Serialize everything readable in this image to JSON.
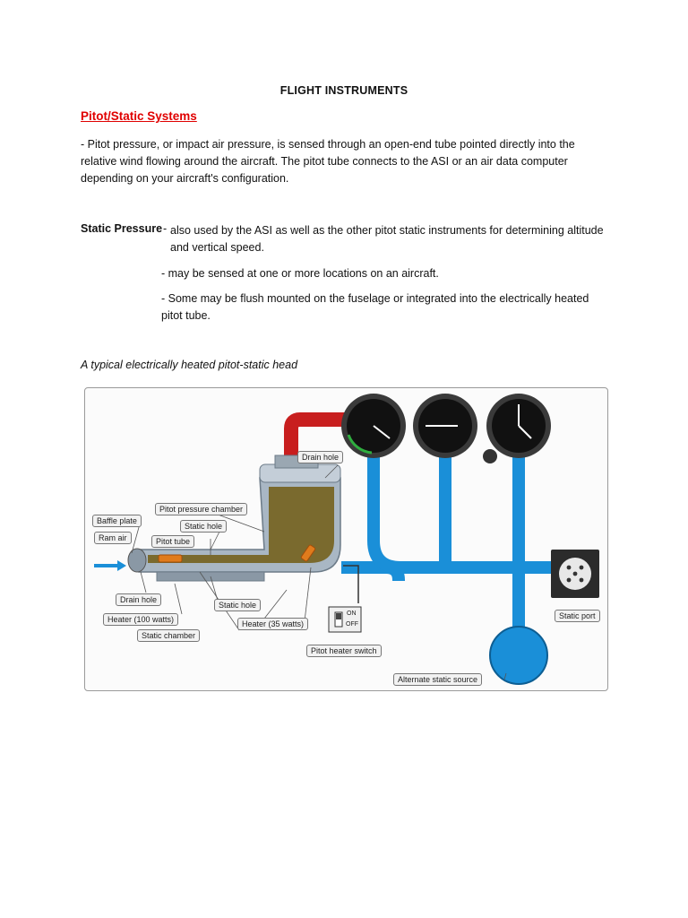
{
  "document": {
    "title": "FLIGHT INSTRUMENTS",
    "section_heading": "Pitot/Static Systems",
    "intro_paragraph": "- Pitot pressure, or impact air pressure, is sensed through an open-end tube pointed directly into the relative wind flowing around the aircraft. The pitot tube connects to the ASI or an air data computer depending on your aircraft's configuration.",
    "static_pressure": {
      "label": "Static Pressure",
      "dash": "-",
      "lines": [
        "also used by the ASI as well as the other pitot static instruments for determining altitude and vertical speed.",
        "- may be sensed at one or more locations on an aircraft.",
        "- Some may be flush mounted on the fuselage or integrated into the electrically heated pitot tube."
      ]
    },
    "figure_caption": "A typical electrically heated pitot-static head"
  },
  "figure": {
    "labels": {
      "drain_hole_top": "Drain hole",
      "pitot_pressure_chamber": "Pitot pressure chamber",
      "baffle_plate": "Baffle plate",
      "static_hole_top": "Static hole",
      "ram_air": "Ram air",
      "pitot_tube": "Pitot tube",
      "drain_hole_bottom": "Drain hole",
      "heater_100": "Heater (100 watts)",
      "static_hole_bottom": "Static hole",
      "static_chamber": "Static chamber",
      "heater_35": "Heater (35 watts)",
      "pitot_heater_switch": "Pitot heater switch",
      "static_port": "Static port",
      "alternate_static_source": "Alternate static source",
      "switch_on": "ON",
      "switch_off": "OFF"
    },
    "colors": {
      "static_line": "#1a8fd8",
      "pitot_line": "#d62828",
      "chamber_fill": "#7a6a2e",
      "housing": "#a9b7c4"
    }
  }
}
